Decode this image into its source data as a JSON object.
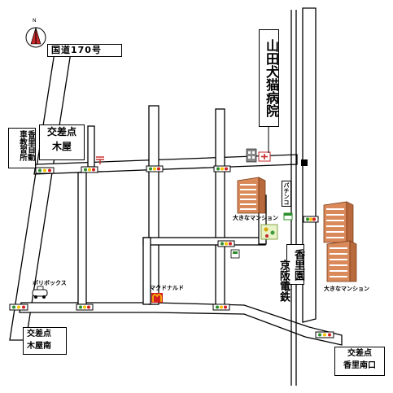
{
  "compass": {
    "north_label": "N"
  },
  "route_label": "国道170号",
  "hospital_name": "山田犬猫病院",
  "intersection_kiya": {
    "line1": "交差点",
    "line2": "木屋"
  },
  "intersection_kiya_minami": {
    "line1": "交差点",
    "line2": "木屋南"
  },
  "intersection_kori_minamiguchi": {
    "line1": "交差点",
    "line2": "香里南口"
  },
  "school_label": "香里自動車教習所",
  "station_label": "香里園",
  "railway_label": "京阪電鉄",
  "mansion_label_left": "大きなマンション",
  "mansion_label_right": "大きなマンション",
  "mcdonalds_label": "マクドナルド",
  "police_label": "ポリボックス",
  "pachinko_label": "パチンコ",
  "colors": {
    "mcdonalds_red": "#d61f1f",
    "mcdonalds_yellow": "#f6c400",
    "building": "#d9895a",
    "signal_green": "#2a8f2a"
  }
}
